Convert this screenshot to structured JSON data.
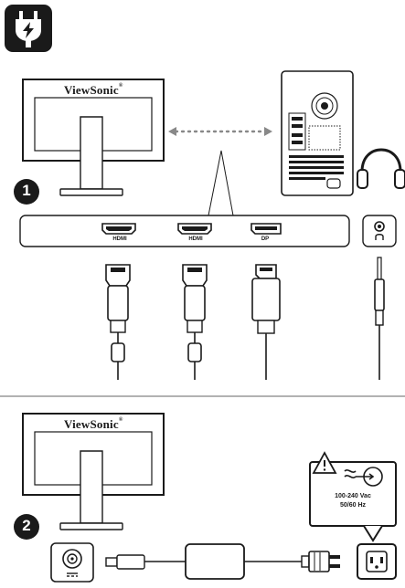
{
  "brand": {
    "name": "ViewSonic",
    "trademark": "®"
  },
  "steps": {
    "one": "1",
    "two": "2"
  },
  "ports": [
    {
      "label": "HDMI",
      "type": "hdmi"
    },
    {
      "label": "HDMI",
      "type": "hdmi"
    },
    {
      "label": "DP",
      "type": "displayport"
    },
    {
      "label": "",
      "type": "audio-out"
    }
  ],
  "power": {
    "voltage": "100-240 Vac",
    "frequency": "50/60 Hz"
  },
  "icons": {
    "header": "power-plug-icon",
    "warning": "warning-triangle-icon",
    "ac": "ac-current-icon",
    "headphones": "headphones-icon"
  },
  "colors": {
    "ink": "#1a1a1a",
    "badge": "#1a1a1a",
    "line": "#999999",
    "panel": "#ffffff"
  }
}
